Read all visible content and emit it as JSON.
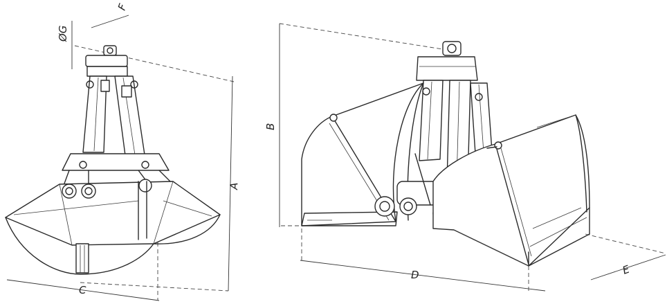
{
  "diagram": {
    "left_view": {
      "dimensions": {
        "diameter": "ØG",
        "F": "F",
        "A": "A",
        "C": "C"
      }
    },
    "right_view": {
      "dimensions": {
        "B": "B",
        "D": "D",
        "E": "E"
      }
    }
  }
}
